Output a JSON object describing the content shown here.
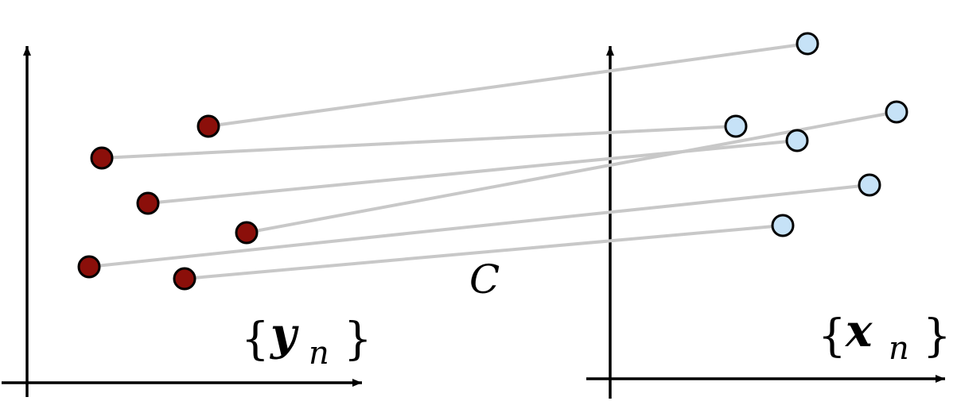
{
  "labels": {
    "left_open_brace": "{",
    "left_var": "y",
    "left_sub": "n",
    "left_close_brace": "}",
    "right_open_brace": "{",
    "right_var": "x",
    "right_sub": "n",
    "right_close_brace": "}",
    "correspondence": "C"
  },
  "colors": {
    "source_point_fill": "#8b0f0a",
    "target_point_fill": "#c6e2f7",
    "link_line": "#c8c8c8",
    "axis": "#000000"
  },
  "point_count": 6
}
